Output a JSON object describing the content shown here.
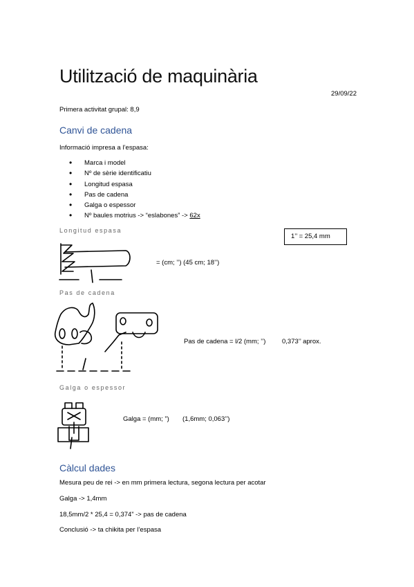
{
  "title": "Utilització de maquinària",
  "date": "29/09/22",
  "activity": "Primera activitat grupal: 8,9",
  "section1": {
    "heading": "Canvi de cadena",
    "intro": "Informació impresa a l’espasa:",
    "items": [
      "Marca i model",
      "Nº de sèrie identificatiu",
      "Longitud espasa",
      "Pas de cadena",
      "Galga o espessor"
    ],
    "last_item_text": "Nº baules motrius -> “eslabones” -> ",
    "last_item_value": "62x"
  },
  "conversion_box": "1’’ = 25,4 mm",
  "longitud": {
    "heading": "Longitud espasa",
    "formula": "= (cm; ’’) (45 cm; 18’’)",
    "sketch_icon": "chainsaw-bar-sketch"
  },
  "pas": {
    "heading": "Pas de cadena",
    "formula": "Pas de cadena = l/2 (mm; ’’)",
    "approx": "0,373’’ aprox.",
    "sketch_icon": "chain-links-sketch"
  },
  "galga": {
    "heading": "Galga o espessor",
    "formula": "Galga = (mm; ”)",
    "value": "(1,6mm; 0,063’’)",
    "sketch_icon": "gauge-link-sketch"
  },
  "section2": {
    "heading": "Càlcul dades",
    "lines": [
      "Mesura peu de rei -> en mm primera lectura, segona lectura per acotar",
      "Galga -> 1,4mm",
      "18,5mm/2 * 25,4 = 0,374” -> pas de cadena",
      "Conclusió -> ta chikita per l’espasa"
    ]
  }
}
